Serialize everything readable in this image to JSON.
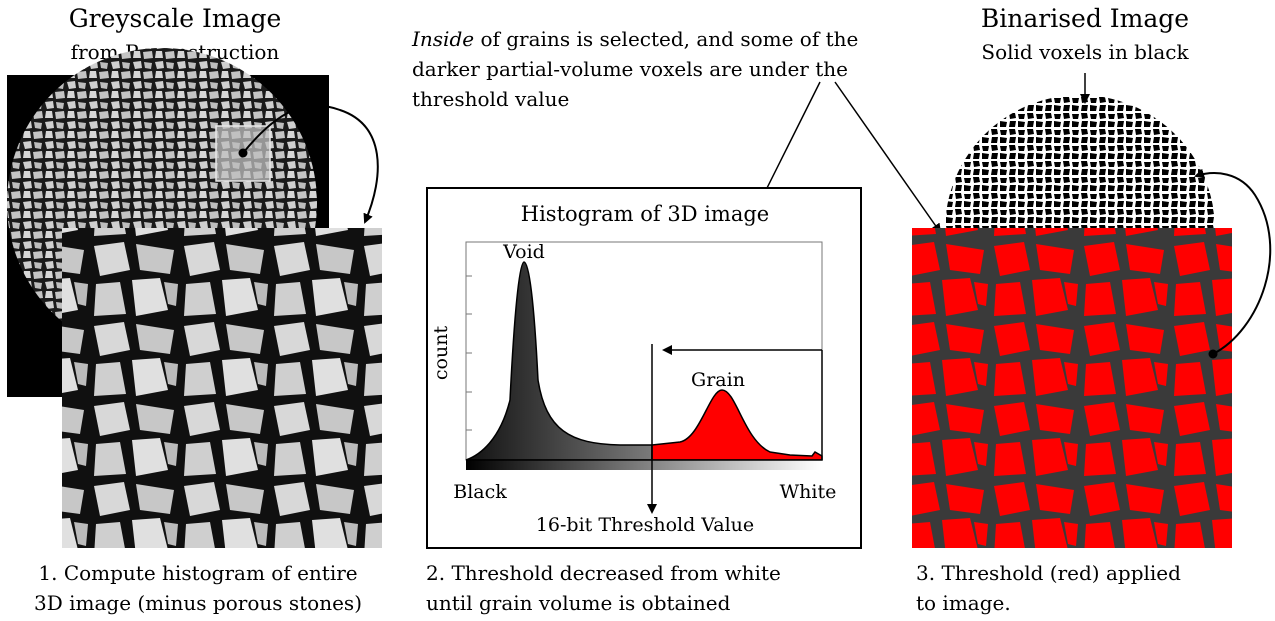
{
  "panel1": {
    "title": "Greyscale Image",
    "subtitle": "from Reconstruction",
    "caption_line1": "1. Compute histogram of entire",
    "caption_line2": "3D image (minus porous stones)"
  },
  "panel2": {
    "note_italic": "Inside",
    "note_line1_rest": " of grains is selected, and some of the",
    "note_line2": "darker partial-volume voxels are under the",
    "note_line3": "threshold value",
    "caption_line1": "2. Threshold decreased from white",
    "caption_line2": "until grain volume is obtained"
  },
  "panel3": {
    "title": "Binarised Image",
    "subtitle": "Solid voxels in black",
    "caption_line1": "3. Threshold (red) applied",
    "caption_line2": "to image."
  },
  "histogram": {
    "title": "Histogram of 3D image",
    "ylabel": "count",
    "peak_void_label": "Void",
    "peak_grain_label": "Grain",
    "x_left_label": "Black",
    "x_right_label": "White",
    "threshold_label": "16-bit Threshold Value"
  },
  "chart_data": {
    "type": "area",
    "title": "Histogram of 3D image",
    "ylabel": "count",
    "xlabel": "16-bit Threshold Value",
    "x_range": [
      "Black",
      "White"
    ],
    "annotations": [
      "Void",
      "Grain"
    ],
    "threshold_colour": "#ff0000"
  },
  "colors": {
    "threshold_red": "#ff0000",
    "background": "#ffffff",
    "ink": "#000000"
  }
}
